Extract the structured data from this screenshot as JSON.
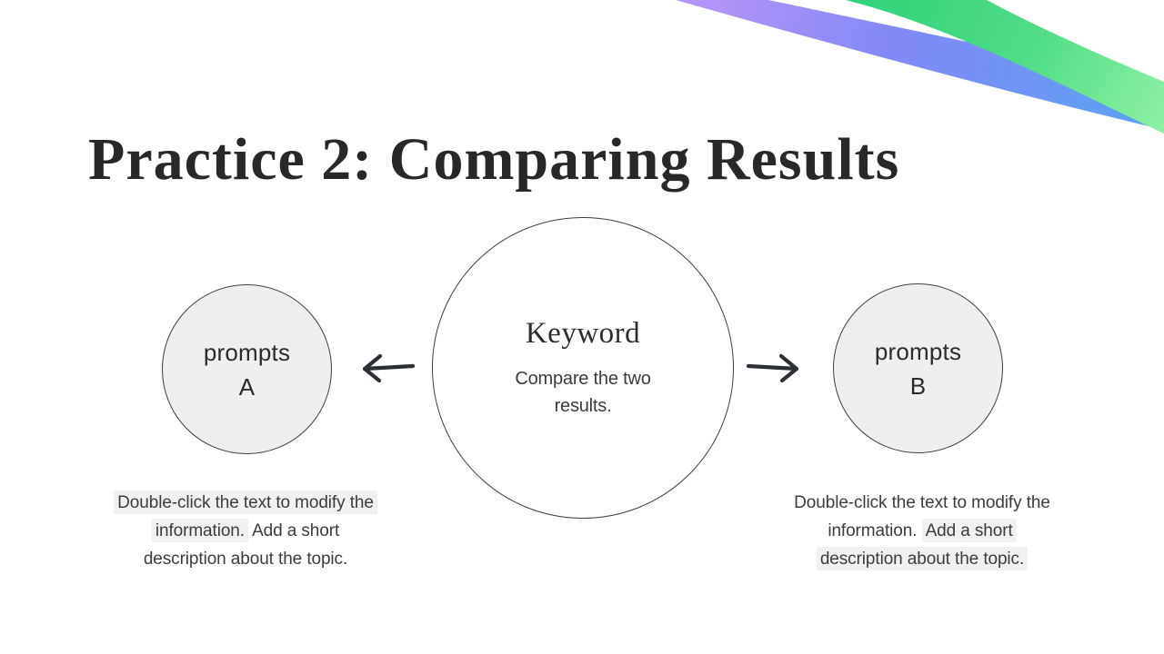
{
  "slide": {
    "title": "Practice 2: Comparing Results"
  },
  "diagram": {
    "center": {
      "keyword": "Keyword",
      "description": "Compare the two results."
    },
    "left_node": {
      "label": "prompts A"
    },
    "right_node": {
      "label": "prompts B"
    },
    "arrows": {
      "left": "left-arrow",
      "right": "right-arrow"
    }
  },
  "captions": {
    "left": {
      "lines": [
        {
          "a": "Double-click the text to modify the"
        },
        {
          "a": "information.",
          "b": " Add a short"
        },
        {
          "a": "description about the topic."
        }
      ]
    },
    "right": {
      "lines": [
        {
          "a": "Double-click the text to modify the"
        },
        {
          "a": "information. ",
          "b": "Add a short"
        },
        {
          "a": "description about the topic."
        }
      ]
    }
  },
  "colors": {
    "background": "#ffffff",
    "title_text": "#282828",
    "body_text": "#3c3c3c",
    "node_stroke": "#3e3e3e",
    "node_fill": "#f0efee",
    "highlight": "#f1f1f0",
    "arrow": "#2b2f36",
    "ribbon_purple": "#b394f8",
    "ribbon_indigo": "#8389f5",
    "ribbon_blue": "#58a4f4",
    "ribbon_green_dark": "#2fd27c",
    "ribbon_green_mid": "#52dd86",
    "ribbon_green_light": "#90f1a3"
  }
}
